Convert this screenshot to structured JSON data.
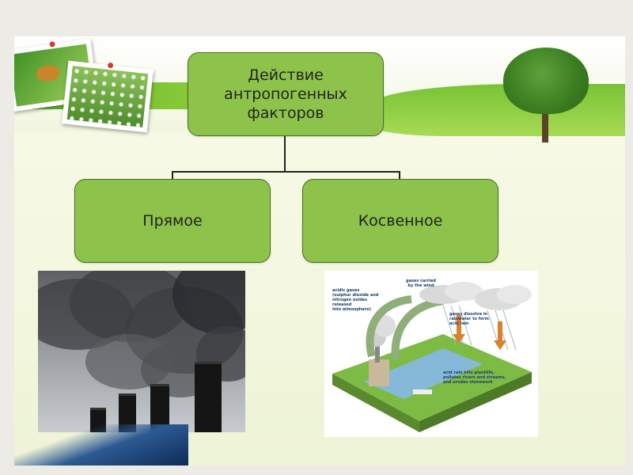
{
  "diagram": {
    "root": {
      "label": "Действие\nантропогенных\nфакторов"
    },
    "children": [
      {
        "label": "Прямое"
      },
      {
        "label": "Косвенное"
      }
    ]
  },
  "illustrations": {
    "direct": {
      "icon": "factory-smoke-icon"
    },
    "indirect": {
      "icon": "acid-rain-diagram-icon",
      "captions": [
        "acidic gases",
        "(sulphur dioxide and",
        "nitrogen oxides released",
        "into atmosphere)",
        "gases carried",
        "by the wind",
        "gases dissolve in",
        "rainwater to form",
        "acid rain",
        "acid rain kills plantlife,",
        "pollutes rivers and streams,",
        "and erodes stonework"
      ]
    }
  },
  "colors": {
    "node_fill": "#8dc34a",
    "node_border": "#4b6d22",
    "connector": "#222222"
  }
}
